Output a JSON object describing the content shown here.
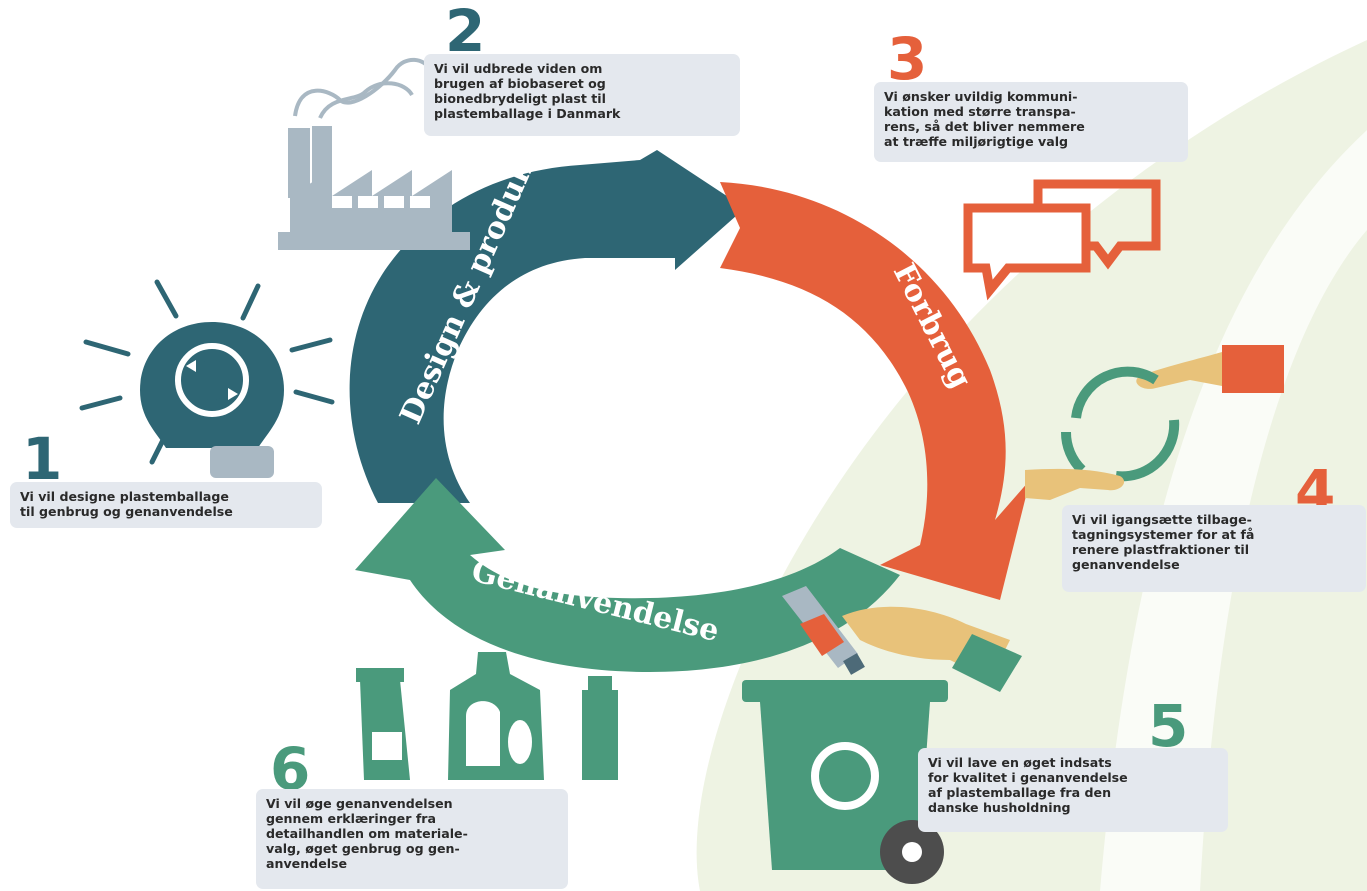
{
  "cycle": {
    "design_label": "Design & produktion",
    "forbrug_label": "Forbrug",
    "genanvendelse_label": "Genanvendelse"
  },
  "steps": [
    {
      "number": "1",
      "text": "Vi vil designe plastemballage\ntil genbrug og genanvendelse"
    },
    {
      "number": "2",
      "text": "Vi vil udbrede viden om\nbrugen af biobaseret og\nbionedbrydeligt plast til\nplastemballage i Danmark"
    },
    {
      "number": "3",
      "text": "Vi ønsker uvildig kommuni-\nkation med større transpa-\nrens, så det bliver nemmere\nat træffe miljørigtige valg"
    },
    {
      "number": "4",
      "text": "Vi vil igangsætte tilbage-\ntagningsystemer for at få\nrenere plastfraktioner til\ngenanvendelse"
    },
    {
      "number": "5",
      "text": "Vi vil lave en øget indsats\nfor kvalitet i genanvendelse\naf plastemballage fra den\ndanske husholdning"
    },
    {
      "number": "6",
      "text": "Vi vil øge genanvendelsen\ngennem erklæringer fra\ndetailhandlen om materiale-\nvalg, øget genbrug og gen-\nanvendelse"
    }
  ],
  "colors": {
    "teal_dark": "#2e6674",
    "orange": "#e5603b",
    "green": "#4a9a7c",
    "sand": "#e8c27a",
    "box_bg": "#e4e8ee",
    "leaf": "#eaf0dc"
  },
  "icons": [
    "lightbulb-icon",
    "factory-icon",
    "speech-bubbles-icon",
    "hands-recycle-icon",
    "recycling-bin-icon",
    "plastic-containers-icon",
    "bottle-icon"
  ]
}
